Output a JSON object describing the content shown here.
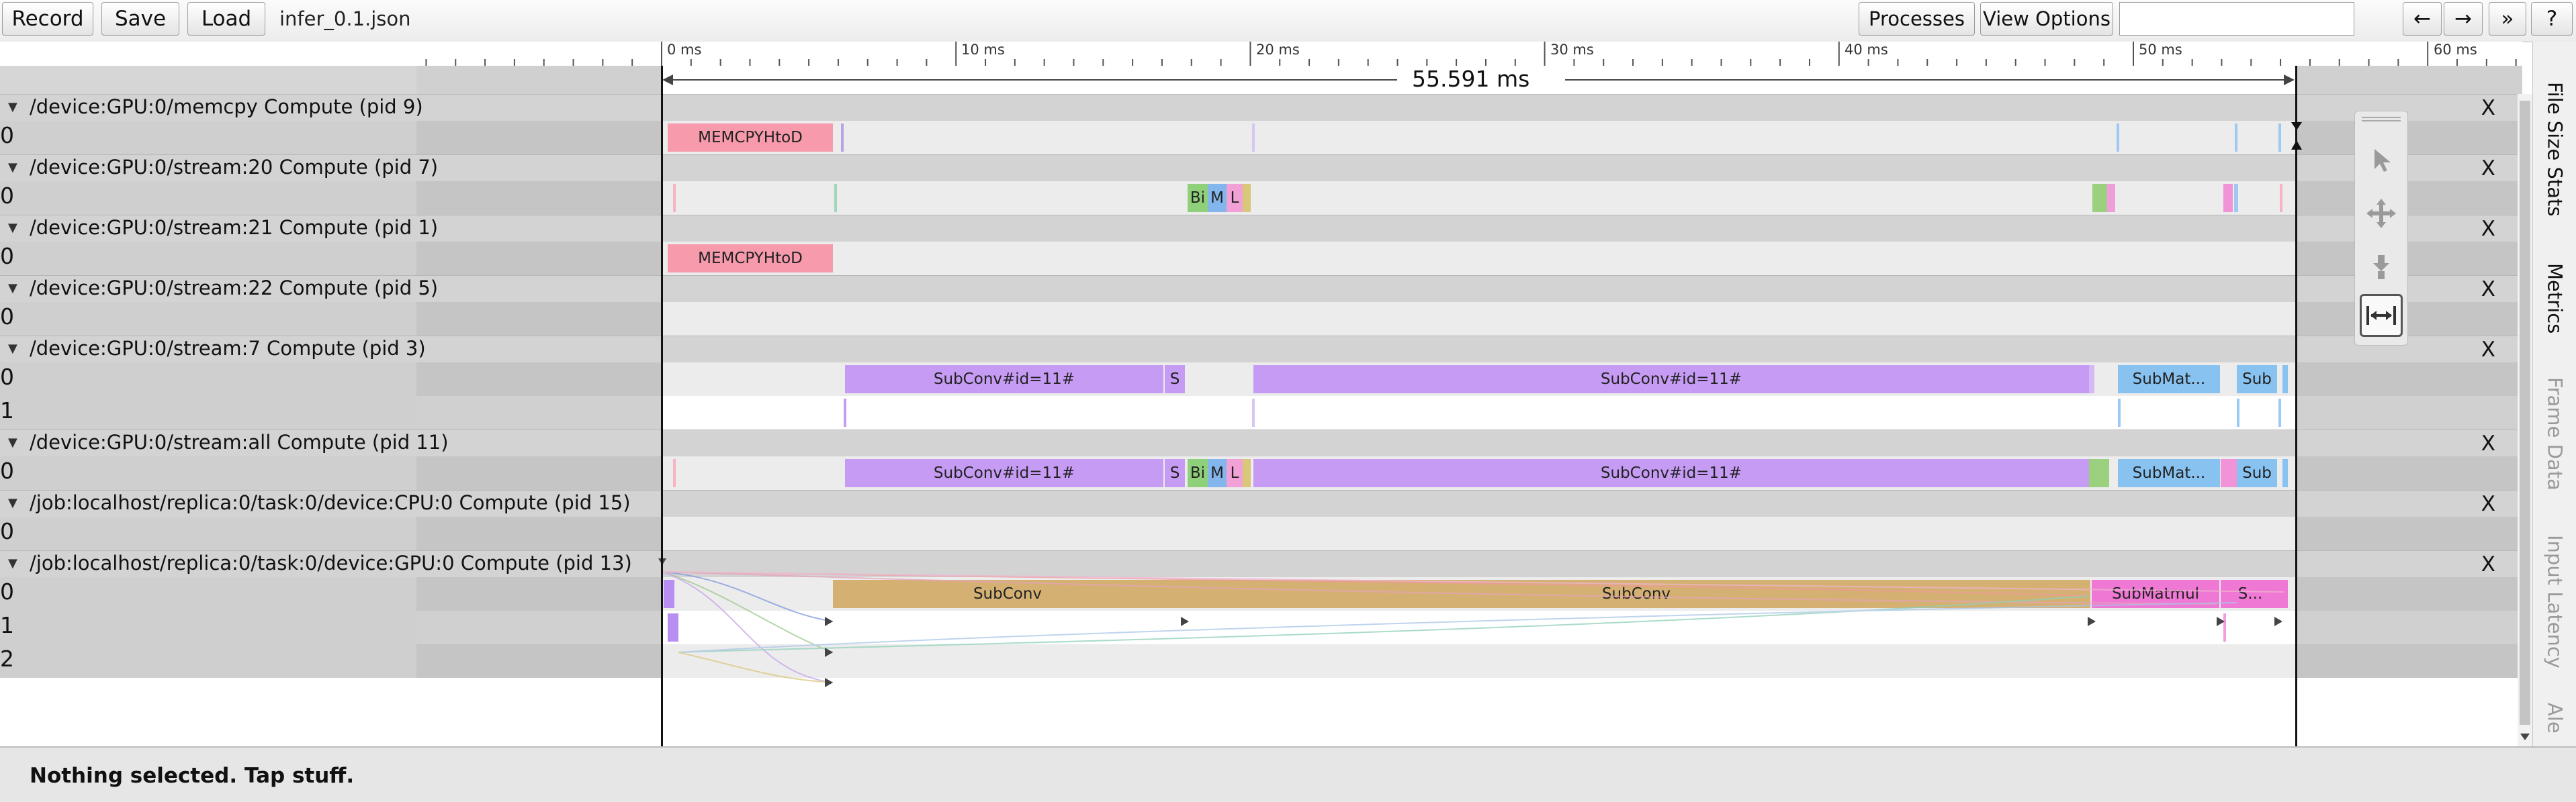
{
  "toolbar": {
    "record_label": "Record",
    "save_label": "Save",
    "load_label": "Load",
    "filename": "infer_0.1.json",
    "processes_label": "Processes",
    "view_options_label": "View Options",
    "search_placeholder": "",
    "prev_label": "←",
    "next_label": "→",
    "expand_label": "»",
    "help_label": "?"
  },
  "ruler": {
    "ticks": [
      "0 ms",
      "10 ms",
      "20 ms",
      "30 ms",
      "40 ms",
      "50 ms",
      "60 ms"
    ],
    "measured_span": "55.591 ms"
  },
  "processes": [
    {
      "title": "/device:GPU:0/memcpy Compute (pid 9)",
      "threads": [
        "0"
      ]
    },
    {
      "title": "/device:GPU:0/stream:20 Compute (pid 7)",
      "threads": [
        "0"
      ]
    },
    {
      "title": "/device:GPU:0/stream:21 Compute (pid 1)",
      "threads": [
        "0"
      ]
    },
    {
      "title": "/device:GPU:0/stream:22 Compute (pid 5)",
      "threads": [
        "0"
      ]
    },
    {
      "title": "/device:GPU:0/stream:7 Compute (pid 3)",
      "threads": [
        "0",
        "1"
      ]
    },
    {
      "title": "/device:GPU:0/stream:all Compute (pid 11)",
      "threads": [
        "0"
      ]
    },
    {
      "title": "/job:localhost/replica:0/task:0/device:CPU:0 Compute (pid 15)",
      "threads": [
        "0"
      ]
    },
    {
      "title": "/job:localhost/replica:0/task:0/device:GPU:0 Compute (pid 13)",
      "threads": [
        "0",
        "1",
        "2"
      ]
    }
  ],
  "slices": {
    "memcpy_htod": "MEMCPYHtoD",
    "stream20_a": "Bi",
    "stream20_b": "M",
    "stream20_c": "L",
    "subconv_id": "SubConv#id=11#",
    "s_short": "S",
    "submat": "SubMat...",
    "sub": "Sub",
    "subconv": "SubConv",
    "submatmul": "SubMatmul",
    "s_ellipsis": "S..."
  },
  "close_x": "X",
  "sidetabs": [
    "File Size Stats",
    "Metrics",
    "Frame Data",
    "Input Latency",
    "Ale"
  ],
  "tools": [
    "select-icon",
    "pan-icon",
    "zoom-icon",
    "timing-icon"
  ],
  "status": {
    "text": "Nothing selected. Tap stuff."
  },
  "colors": {
    "memcpy": "#f69aac",
    "subconv": "#c69bf4",
    "submat": "#88c2f0",
    "cpu_subconv": "#d4b173",
    "gpu_submatmul": "#ef78d4",
    "bi": "#8fd07a",
    "m": "#82b6ec",
    "l": "#f2a1d6"
  }
}
